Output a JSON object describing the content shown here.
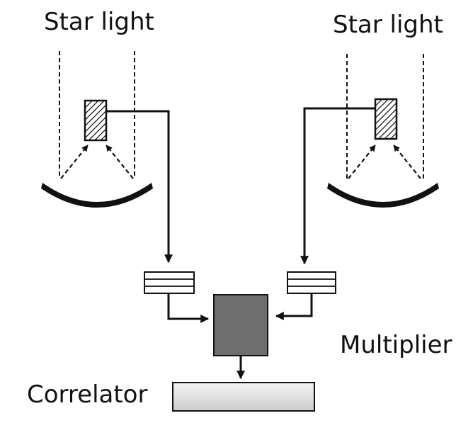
{
  "labels": {
    "star_light_left": "Star light",
    "star_light_right": "Star light",
    "multiplier": "Multiplier",
    "correlator": "Correlator"
  },
  "colors": {
    "ink": "#111111",
    "multiplier_fill": "#6e6e6e",
    "correlator_fill_top": "#f2f2f2",
    "correlator_fill_bottom": "#cfcfcf"
  }
}
